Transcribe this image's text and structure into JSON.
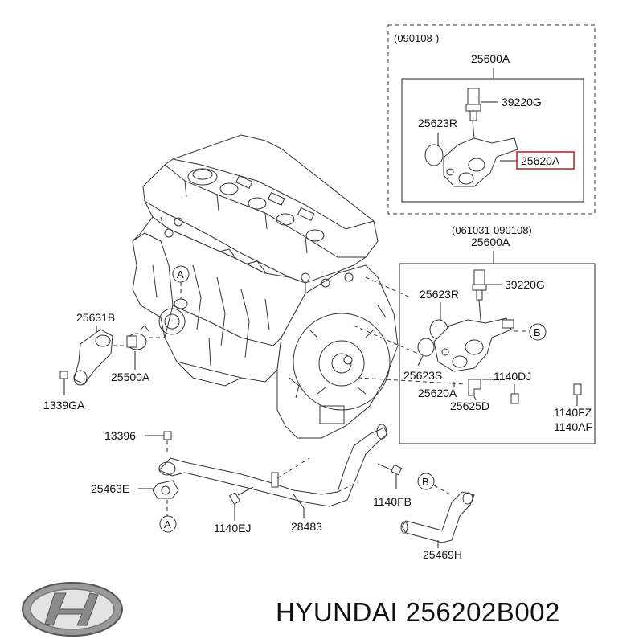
{
  "upper_group": {
    "date": "(090108-)",
    "assembly": "25600A",
    "sensor": "39220G",
    "seal": "25623R",
    "fitting": "25620A"
  },
  "lower_group": {
    "date": "(061031-090108)",
    "assembly": "25600A",
    "sensor": "39220G",
    "seal_r": "25623R",
    "seal_s": "25623S",
    "fitting": "25620A",
    "bolt": "1140DJ",
    "bracket": "25625D",
    "bolt_fz": "1140FZ",
    "bolt_af": "1140AF",
    "ref_b": "B"
  },
  "left_parts": {
    "cover": "25631B",
    "thermostat": "25500A",
    "nut": "1339GA",
    "ref_a": "A"
  },
  "pipe_parts": {
    "bolt_13396": "13396",
    "gasket": "25463E",
    "bolt_ej": "1140EJ",
    "pipe": "28483",
    "bolt_fb": "1140FB",
    "hose": "25469H",
    "ref_a": "A",
    "ref_b": "B"
  },
  "footer": {
    "logo": "hyundai-logo",
    "caption": "HYUNDAI 256202B002"
  },
  "highlight_color": "#cc2222"
}
